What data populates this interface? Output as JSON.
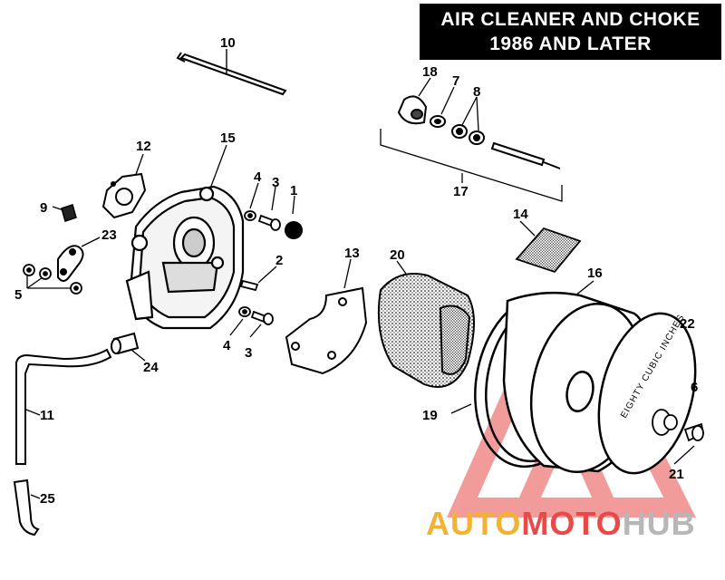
{
  "title": {
    "line1": "AIR CLEANER AND CHOKE",
    "line2": "1986 AND LATER"
  },
  "callouts": {
    "c10": "10",
    "c18": "18",
    "c7": "7",
    "c8": "8",
    "c12": "12",
    "c15": "15",
    "c4a": "4",
    "c3a": "3",
    "c1": "1",
    "c17": "17",
    "c9": "9",
    "c23": "23",
    "c14": "14",
    "c2": "2",
    "c13": "13",
    "c20": "20",
    "c16": "16",
    "c5": "5",
    "c22": "22",
    "c4b": "4",
    "c3b": "3",
    "c24": "24",
    "c6": "6",
    "c11": "11",
    "c19": "19",
    "c21": "21",
    "c25": "25"
  },
  "cover_text": "EIGHTY CUBIC INCHES",
  "watermark": {
    "part1": "AUTO",
    "part2": "MOTO",
    "part3": "HUB"
  },
  "colors": {
    "watermark_yellow": "#f2b233",
    "watermark_red": "#e84a4a",
    "watermark_gray": "#b7b7b7"
  }
}
